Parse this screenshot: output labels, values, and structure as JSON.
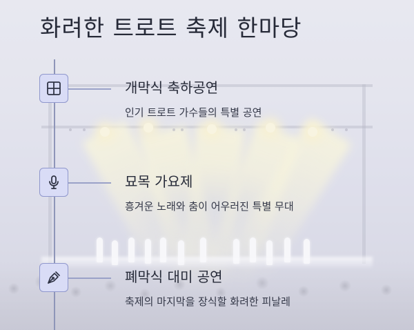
{
  "page": {
    "title": "화려한 트로트 축제 한마당"
  },
  "timeline": {
    "items": [
      {
        "icon": "window-grid-icon",
        "title": "개막식 축하공연",
        "description": "인기 트로트 가수들의 특별 공연"
      },
      {
        "icon": "microphone-icon",
        "title": "묘목 가요제",
        "description": "흥겨운 노래와 춤이 어우러진 특별 무대"
      },
      {
        "icon": "pen-nib-icon",
        "title": "폐막식 대미 공연",
        "description": "축제의 마지막을 장식할 화려한 피날레"
      }
    ]
  },
  "colors": {
    "accent": "#8f97cc",
    "icon_bg": "#d9dcf6",
    "timeline_line": "#8e95b8",
    "text": "#262a38"
  }
}
